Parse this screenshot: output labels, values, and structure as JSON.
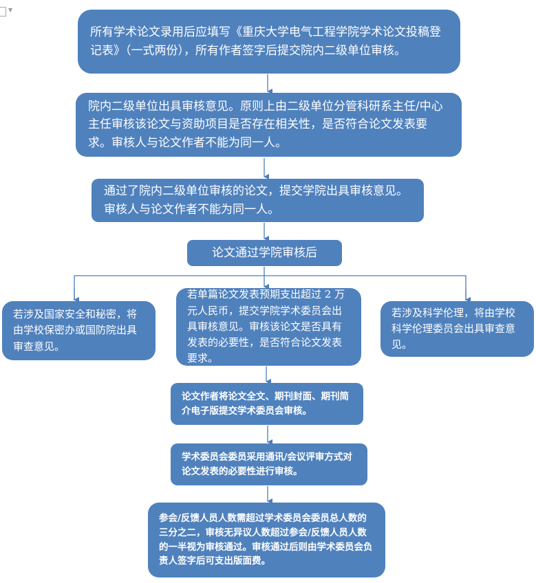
{
  "colors": {
    "box": "#4f81bd",
    "connector": "#4a7ebb"
  },
  "steps": {
    "s1": "所有学术论文录用后应填写《重庆大学电气工程学院学术论文投稿登记表》（一式两份），所有作者签字后提交院内二级单位审核。",
    "s2": "院内二级单位出具审核意见。原则上由二级单位分管科研系主任/中心主任审核该论文与资助项目是否存在相关性，是否符合论文发表要求。审核人与论文作者不能为同一人。",
    "s3": "通过了院内二级单位审核的论文，提交学院出具审核意见。审核人与论文作者不能为同一人。",
    "s4": "论文通过学院审核后",
    "branch_left": "若涉及国家安全和秘密，将由学校保密办或国防院出具审查意见。",
    "branch_mid": "若单篇论文发表预期支出超过 2 万元人民币，提交学院学术委员会出具审核意见。审核该论文是否具有发表的必要性，是否符合论文发表要求。",
    "branch_right": "若涉及科学伦理，将由学校科学伦理委员会出具审查意见。",
    "s5": "论文作者将论文全文、期刊封面、期刊简介电子版提交学术委员会审核。",
    "s6": "学术委员会委员采用通讯/会议评审方式对论文发表的必要性进行审核。",
    "s7": "参会/反馈人员人数需超过学术委员会委员总人数的三分之二，审核无异议人数超过参会/反馈人员人数的一半视为审核通过。审核通过后则由学术委员会负责人签字后可支出版面费。"
  }
}
